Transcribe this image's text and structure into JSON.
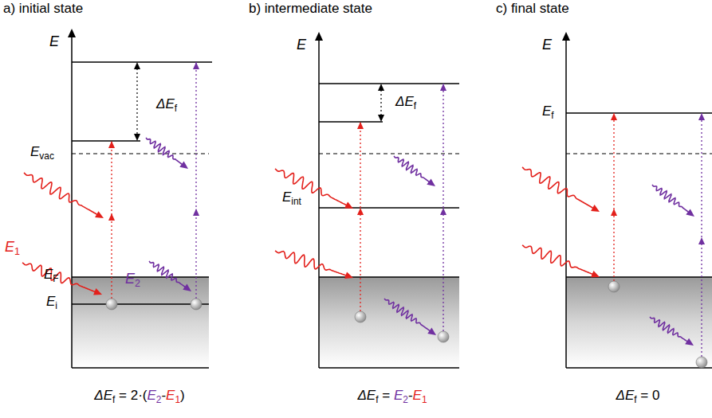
{
  "diagram": {
    "labels": [
      "a) initial state",
      "b) intermediate state",
      "c) final state",
      "E",
      "ΔE",
      "f",
      "E",
      "vac",
      "E",
      "1",
      "E",
      "2",
      "E",
      "F",
      "E",
      "i",
      "ΔE",
      "f",
      " = 2·(",
      "E",
      "2",
      "-",
      "E",
      "1",
      ")",
      "E",
      "ΔE",
      "f",
      "E",
      "int",
      "ΔE",
      "f",
      " = ",
      "E",
      "2",
      "-",
      "E",
      "1",
      "E",
      "E",
      "f",
      "ΔE",
      "f",
      " = 0"
    ]
  }
}
